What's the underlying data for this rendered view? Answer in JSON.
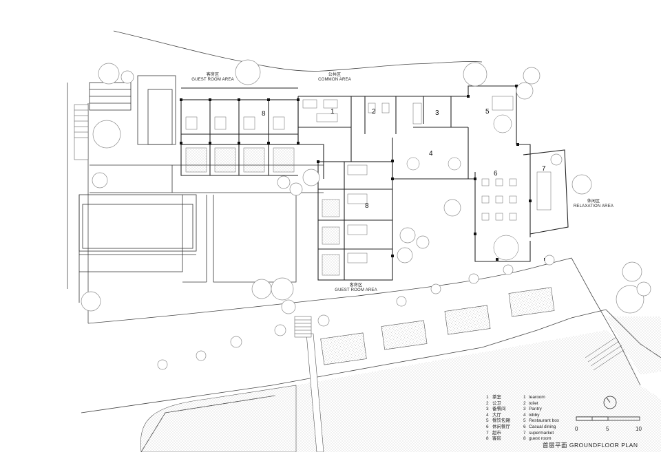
{
  "areas": {
    "guest_top_zh": "客房区",
    "guest_top_en": "GUEST ROOM AREA",
    "common_zh": "公共区",
    "common_en": "COMMON AREA",
    "guest_bottom_zh": "客房区",
    "guest_bottom_en": "GUEST ROOM AREA",
    "relax_zh": "休闲区",
    "relax_en": "RELAXATION AREA"
  },
  "room_numbers": {
    "top_guest": "8",
    "tearoom": "1",
    "toilet": "2",
    "pantry": "3",
    "lobby": "4",
    "restaurant_box": "5",
    "casual_dining": "6",
    "supermarket": "7",
    "lower_guest": "8"
  },
  "legend": [
    {
      "num": "1",
      "zh": "茶室",
      "en": "tearoom"
    },
    {
      "num": "2",
      "zh": "公卫",
      "en": "toilet"
    },
    {
      "num": "3",
      "zh": "备餐间",
      "en": "Pantry"
    },
    {
      "num": "4",
      "zh": "大厅",
      "en": "lobby"
    },
    {
      "num": "5",
      "zh": "餐饮包厢",
      "en": "Restaurant box"
    },
    {
      "num": "6",
      "zh": "休闲餐厅",
      "en": "Casual dining"
    },
    {
      "num": "7",
      "zh": "超市",
      "en": "supermarket"
    },
    {
      "num": "8",
      "zh": "客房",
      "en": "guest room"
    }
  ],
  "scale": {
    "s0": "0",
    "s5": "5",
    "s10": "10"
  },
  "title": "首层平面  GROUNDFLOOR PLAN",
  "colors": {
    "line": "#333333",
    "wall": "#222222",
    "tree": "#9a9a9a",
    "hatch": "#bdbdbd"
  }
}
